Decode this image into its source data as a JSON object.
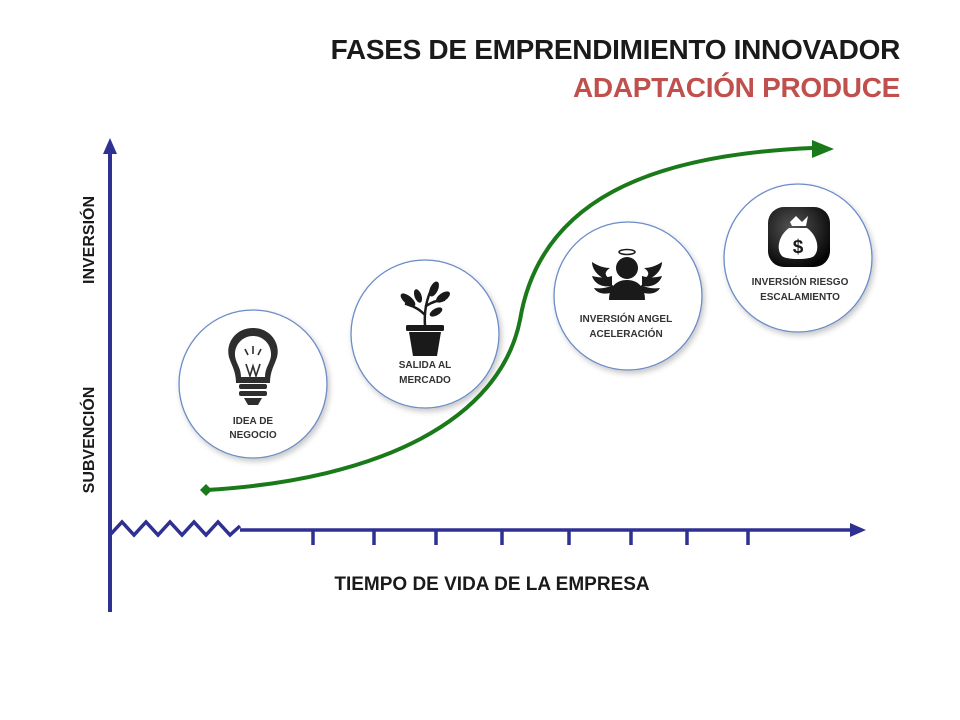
{
  "title": "FASES DE EMPRENDIMIENTO INNOVADOR",
  "subtitle": "ADAPTACIÓN PRODUCE",
  "axes": {
    "x_label": "TIEMPO DE VIDA DE LA EMPRESA",
    "y_label_lower": "SUBVENCIÓN",
    "y_label_upper": "INVERSIÓN"
  },
  "stages": [
    {
      "line1": "IDEA DE",
      "line2": "NEGOCIO",
      "icon": "lightbulb-icon"
    },
    {
      "line1": "SALIDA AL",
      "line2": "MERCADO",
      "icon": "plant-pot-icon"
    },
    {
      "line1": "INVERSIÓN ANGEL",
      "line2": "ACELERACIÓN",
      "icon": "angel-investor-icon"
    },
    {
      "line1": "INVERSIÓN RIESGO",
      "line2": "ESCALAMIENTO",
      "icon": "money-bag-icon"
    }
  ],
  "colors": {
    "axis": "#2e3192",
    "curve": "#1a7a1a",
    "circle_border": "#6a8cc7",
    "subtitle": "#c0504d"
  }
}
